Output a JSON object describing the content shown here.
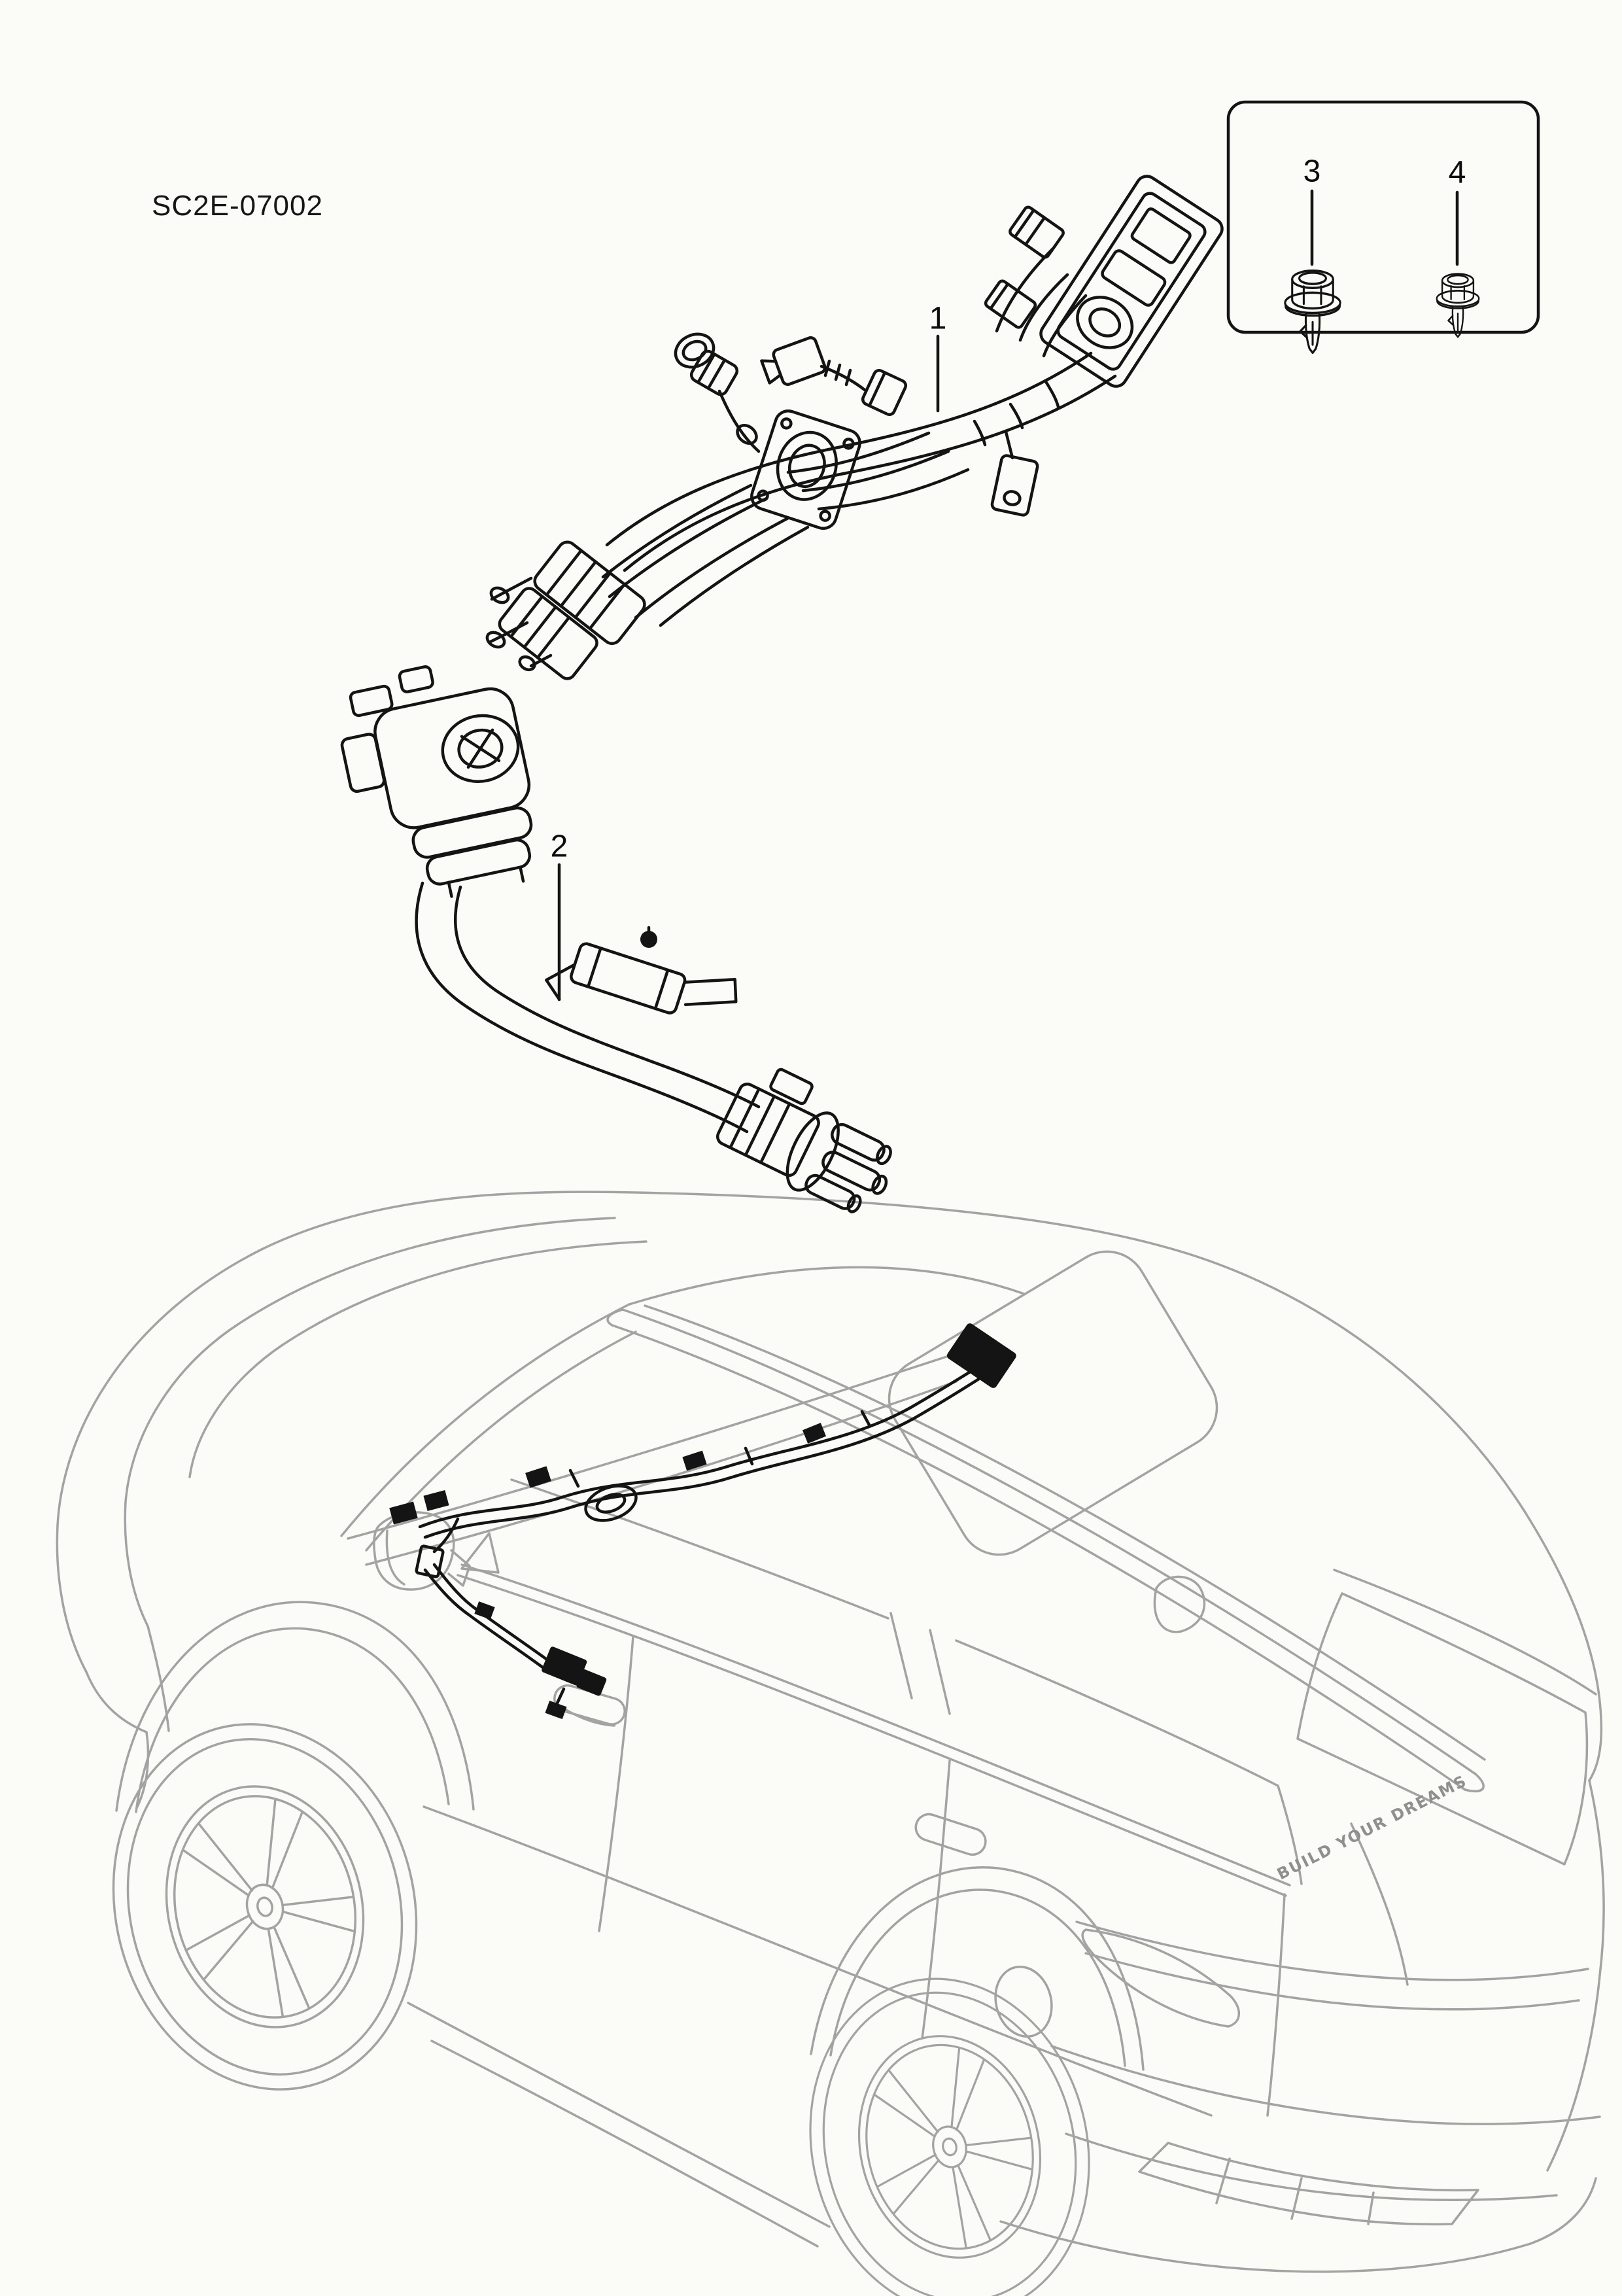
{
  "page": {
    "background": "#fbfbf7",
    "diagram_code": "SC2E-07002"
  },
  "colors": {
    "part_line": "#141414",
    "vehicle_line": "#a3a3a3",
    "badge": "#8f8f8f"
  },
  "callouts": [
    {
      "label": "1"
    },
    {
      "label": "2"
    },
    {
      "label": "3"
    },
    {
      "label": "4"
    }
  ],
  "vehicle": {
    "badge_text": "BUILD YOUR DREAMS"
  }
}
